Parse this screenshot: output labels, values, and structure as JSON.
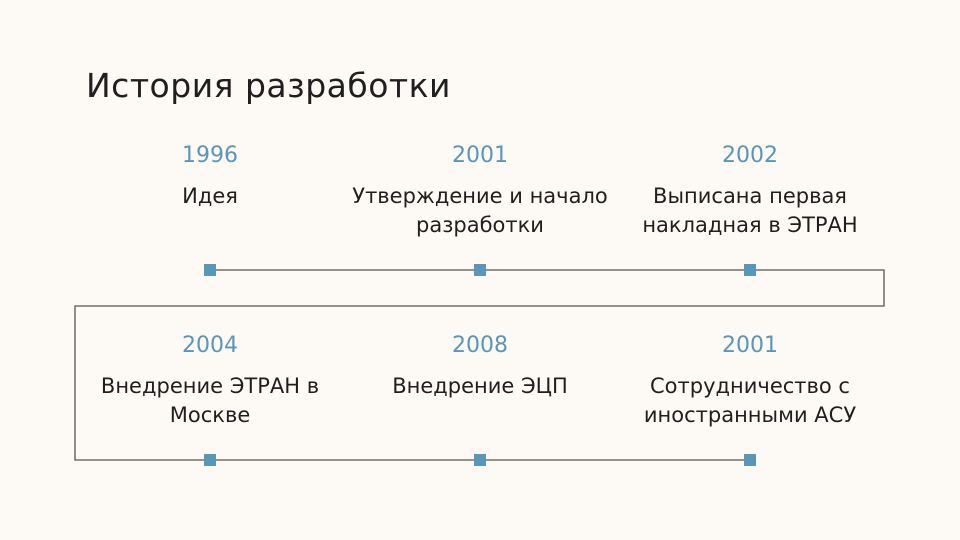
{
  "slide": {
    "title": "История разработки",
    "accent_color": "#5a96b8",
    "line_color": "#555555",
    "background": "#fdf9f5"
  },
  "timeline": {
    "events": [
      {
        "year": "1996",
        "description": "Идея"
      },
      {
        "year": "2001",
        "description": "Утверждение и начало разработки"
      },
      {
        "year": "2002",
        "description": "Выписана первая накладная в ЭТРАН"
      },
      {
        "year": "2004",
        "description": "Внедрение ЭТРАН в Москве"
      },
      {
        "year": "2008",
        "description": "Внедрение ЭЦП"
      },
      {
        "year": "2001",
        "description": "Сотрудничество с иностранными АСУ"
      }
    ]
  }
}
